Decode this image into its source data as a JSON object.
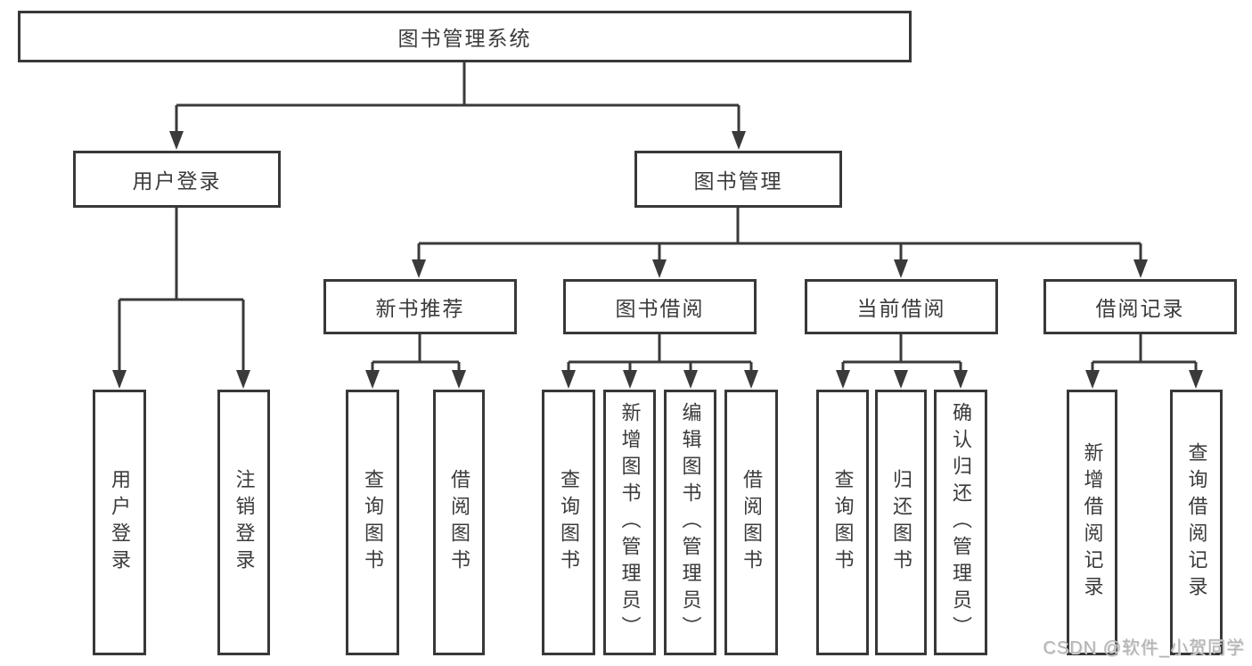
{
  "diagram": {
    "title": "图书管理系统",
    "type": "hierarchy-tree",
    "colors": {
      "line": "#3a3a3a",
      "border": "#383838",
      "text": "#3b3b3b",
      "watermark": "#b3b3b3",
      "background": "#ffffff"
    },
    "nodes": {
      "root": "图书管理系统",
      "user_login": "用户登录",
      "book_mgmt": "图书管理",
      "new_book_rec": "新书推荐",
      "book_borrow": "图书借阅",
      "current_borrow": "当前借阅",
      "borrow_records": "借阅记录",
      "leaf_user_login": "用户登录",
      "leaf_logout": "注销登录",
      "leaf_query_book_1": "查询图书",
      "leaf_borrow_book_1": "借阅图书",
      "leaf_query_book_2": "查询图书",
      "leaf_add_book": "新增图书（管理员）",
      "leaf_edit_book": "编辑图书（管理员）",
      "leaf_borrow_book_2": "借阅图书",
      "leaf_query_book_3": "查询图书",
      "leaf_return_book": "归还图书",
      "leaf_confirm_return": "确认归还（管理员）",
      "leaf_add_record": "新增借阅记录",
      "leaf_query_record": "查询借阅记录"
    },
    "hierarchy": {
      "图书管理系统": {
        "用户登录": [
          "用户登录",
          "注销登录"
        ],
        "图书管理": {
          "新书推荐": [
            "查询图书",
            "借阅图书"
          ],
          "图书借阅": [
            "查询图书",
            "新增图书（管理员）",
            "编辑图书（管理员）",
            "借阅图书"
          ],
          "当前借阅": [
            "查询图书",
            "归还图书",
            "确认归还（管理员）"
          ],
          "借阅记录": [
            "新增借阅记录",
            "查询借阅记录"
          ]
        }
      }
    },
    "watermark": "CSDN @软件_小贺同学"
  }
}
